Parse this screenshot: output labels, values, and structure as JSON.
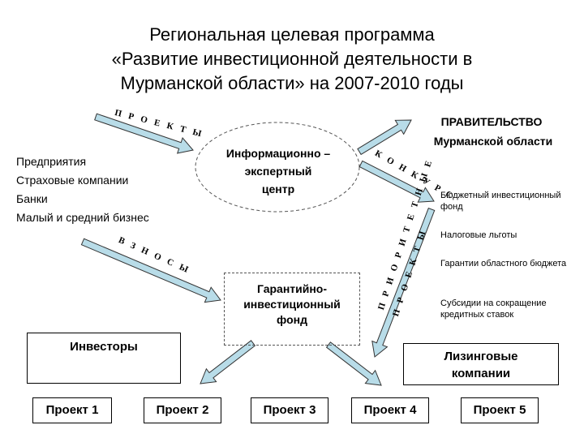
{
  "title": {
    "line1": "Региональная целевая программа",
    "line2": "«Развитие инвестиционной деятельности в",
    "line3": "Мурманской области» на 2007-2010 годы"
  },
  "sources": {
    "items": [
      "Предприятия",
      "Страховые компании",
      "Банки",
      "Малый и средний бизнес"
    ]
  },
  "info_center": {
    "line1": "Информационно –",
    "line2": "экспертный",
    "line3": "центр"
  },
  "government": {
    "line1": "ПРАВИТЕЛЬСТВО",
    "line2": "Мурманской области"
  },
  "instruments": [
    "Бюджетный инвестиционный фонд",
    "Налоговые льготы",
    "Гарантии областного бюджета",
    "Субсидии на сокращение кредитных ставок"
  ],
  "guarantee_fund": {
    "line1": "Гарантийно-",
    "line2": "инвестиционный",
    "line3": "фонд"
  },
  "investors": "Инвесторы",
  "leasing": {
    "line1": "Лизинговые",
    "line2": "компании"
  },
  "projects": [
    "Проект 1",
    "Проект 2",
    "Проект 3",
    "Проект 4",
    "Проект 5"
  ],
  "arrow_labels": {
    "projects": "П Р О Е К Т Ы",
    "contributions": "В З Н О С Ы",
    "contest": "К О Н К У Р С",
    "priority1": "П Р И О Р И Т Е Т Н Ы Е",
    "priority2": "П Р О Е К Т Ы"
  },
  "colors": {
    "arrow_fill": "#b8dce8",
    "arrow_stroke": "#333333"
  }
}
